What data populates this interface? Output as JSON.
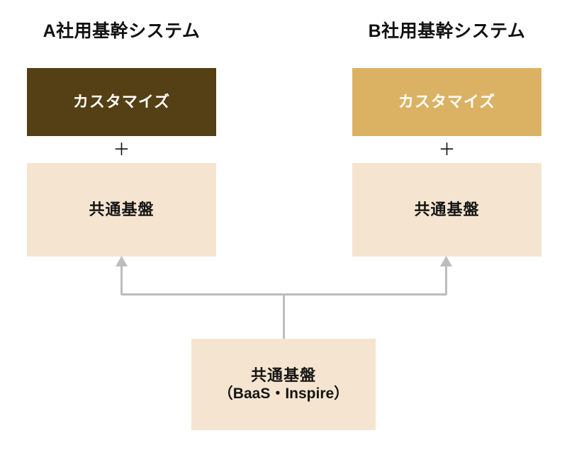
{
  "diagram": {
    "title_left": "A社用基幹システム",
    "title_right": "B社用基幹システム",
    "columns": [
      {
        "id": "company-a",
        "title": "A社用基幹システム",
        "customize_label": "カスタマイズ",
        "customize_color": "#544014",
        "separator": "＋",
        "platform_label": "共通基盤",
        "platform_color": "#f5e5d0"
      },
      {
        "id": "company-b",
        "title": "B社用基幹システム",
        "customize_label": "カスタマイズ",
        "customize_color": "#dbb264",
        "separator": "＋",
        "platform_label": "共通基盤",
        "platform_color": "#f5e5d0"
      }
    ],
    "shared_platform": {
      "label": "共通基盤",
      "sublabel": "（BaaS・Inspire）",
      "color": "#f5e5d0"
    },
    "connector": {
      "color": "#bdbdbd",
      "style": "elbow-arrow-up",
      "arrow_count": 2
    },
    "colors": {
      "background": "#ffffff",
      "dark_brown": "#544014",
      "tan": "#dbb264",
      "cream": "#f5e5d0",
      "text_dark": "#111111",
      "text_light": "#ffffff",
      "connector_gray": "#bdbdbd"
    }
  }
}
